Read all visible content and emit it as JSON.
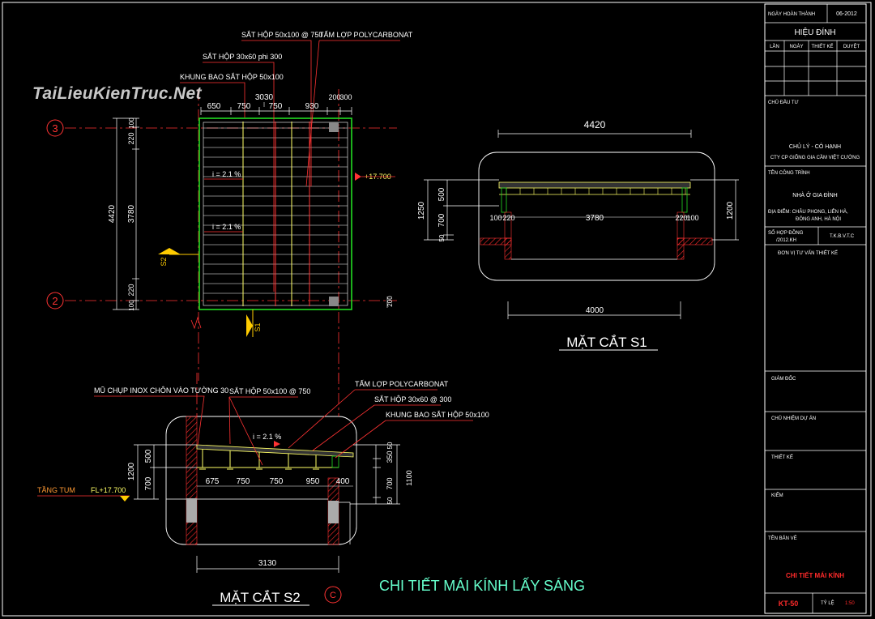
{
  "watermark": "TaiLieuKienTruc.Net",
  "plan": {
    "callouts": {
      "beam_main": "SẮT HỘP 50x100 @ 750",
      "sheet": "TẤM LỢP POLYCARBONAT",
      "purlin": "SẮT HỘP 30x60 phi 300",
      "frame": "KHUNG BAO SẮT HỘP 50x100"
    },
    "top_dims": [
      "650",
      "750",
      "3030",
      "750",
      "930",
      "200",
      "300"
    ],
    "left_dims": [
      "100",
      "220",
      "4420",
      "3780",
      "220",
      "100"
    ],
    "right_dim": "200",
    "slopes": [
      "i = 2.1 %",
      "i = 2.1 %"
    ],
    "level": "+17.700",
    "grid_3": "3",
    "grid_2": "2",
    "section_s2": "S2",
    "section_s1": "S1"
  },
  "s1": {
    "title": "MẶT CẮT S1",
    "top_dim": "4420",
    "bottom_dim": "4000",
    "inner_dims": [
      "100",
      "220",
      "3780",
      "220",
      "100"
    ],
    "left_dims": [
      "1250",
      "500",
      "700",
      "50"
    ],
    "right_dim": "1200"
  },
  "s2": {
    "title": "MẶT CẮT S2",
    "callouts": {
      "cap": "MŨ CHỤP INOX CHÔN VÀO TƯỜNG 30",
      "beam": "SẮT HỘP 50x100 @ 750",
      "sheet": "TẤM LỢP POLYCARBONAT",
      "purlin": "SẮT HỘP 30x60 @ 300",
      "frame": "KHUNG BAO SẮT HỘP 50x100"
    },
    "slope": "i = 2.1 %",
    "left_dims": [
      "1200",
      "500",
      "700"
    ],
    "right_dims": [
      "350",
      "50",
      "700",
      "50",
      "1100"
    ],
    "bottom_dims": [
      "675",
      "750",
      "750",
      "950",
      "400"
    ],
    "overall": "3130",
    "floor_name": "TẦNG TUM",
    "floor_level": "FL+17.700",
    "grid_c": "C"
  },
  "drawing_title": "CHI TIẾT MÁI KÍNH LẤY SÁNG",
  "title_block": {
    "date_label": "NGÀY HOÀN THÀNH",
    "date_value": "06-2012",
    "revision": "HIỆU ĐÍNH",
    "rev_cols": [
      "LẦN",
      "NGÀY",
      "THIẾT KẾ",
      "DUYỆT"
    ],
    "owner_label": "CHỦ ĐẦU TƯ",
    "owner_1": "CHỦ LÝ - CÔ HẠNH",
    "owner_2": "CTY CP GIỐNG GIA CẦM VIỆT CƯỜNG",
    "project_label": "TÊN CÔNG TRÌNH",
    "project_name": "NHÀ Ở GIA ĐÌNH",
    "address_1": "ĐỊA ĐIỂM: CHÂU PHONG, LIÊN HÀ,",
    "address_2": "ĐÔNG ANH, HÀ NỘI",
    "contract_1": "SỐ HỢP ĐỒNG",
    "contract_2": "/2012.KH",
    "stage": "T.K.B.V.T.C",
    "consultant": "ĐƠN VỊ TƯ VẤN THIẾT KẾ",
    "director": "GIÁM ĐỐC",
    "pm": "CHỦ NHIỆM DỰ ÁN",
    "designer": "THIẾT KẾ",
    "checker": "KIỂM",
    "sheet_label": "TÊN BẢN VẼ",
    "sheet_name": "CHI TIẾT MÁI KÍNH",
    "sheet_no": "KT-50",
    "scale_label": "TỶ LỆ",
    "scale_value": "1:50"
  }
}
